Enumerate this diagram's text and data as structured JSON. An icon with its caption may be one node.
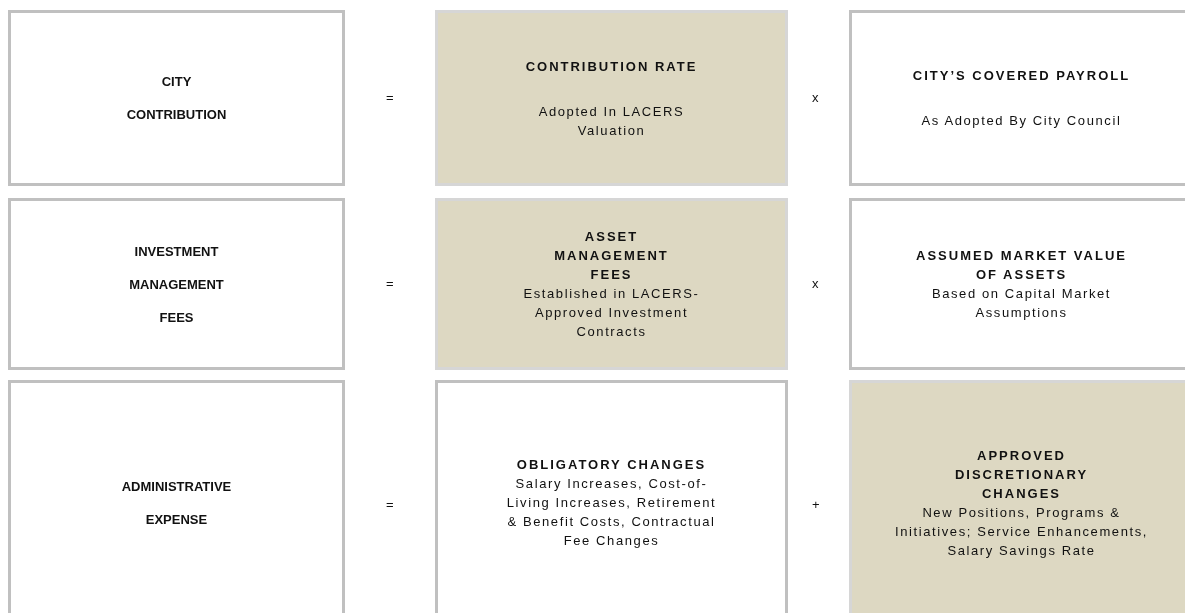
{
  "diagram": {
    "nodes": [
      {
        "text": [
          "CITY CONTRIBUTION"
        ]
      },
      {
        "text": [
          "CONTRIBUTION RATE",
          "Adopted In LACERS Valuation"
        ]
      },
      {
        "text": [
          "CITY’S COVERED PAYROLL",
          "As Adopted By City Council"
        ]
      },
      {
        "text": [
          "INVESTMENT MANAGEMENT FEES"
        ]
      },
      {
        "text": [
          "ASSET MANAGEMENT FEES",
          "Established in LACERS-Approved Investment Contracts"
        ]
      },
      {
        "text": [
          "ASSUMED MARKET VALUE OF ASSETS",
          "Based on Capital Market Assumptions"
        ]
      },
      {
        "text": [
          "ADMINISTRATIVE EXPENSE"
        ]
      },
      {
        "text": [
          "OBLIGATORY CHANGES",
          "Salary Increases, Cost-of-Living Increases, Retirement & Benefit Costs, Contractual Fee Changes"
        ]
      },
      {
        "text": [
          "APPROVED DISCRETIONARY CHANGES",
          "New Positions, Programs & Initiatives; Service Enhancements, Salary Savings Rate"
        ]
      }
    ],
    "labels": [
      "=",
      "x",
      "=",
      "x",
      "=",
      "+"
    ]
  }
}
